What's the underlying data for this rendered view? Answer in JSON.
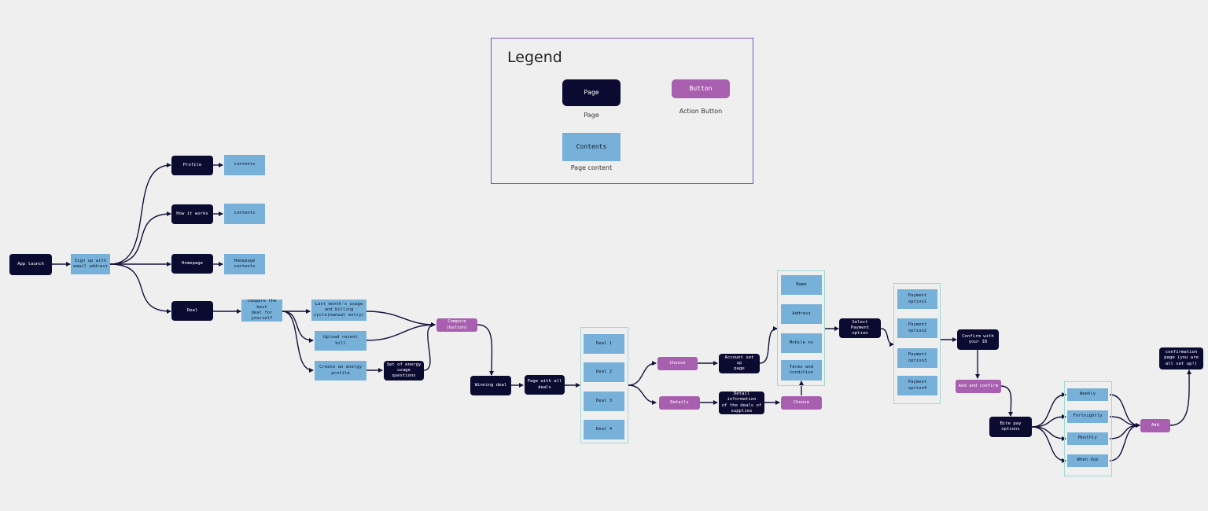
{
  "legend": {
    "title": "Legend",
    "page_swatch": "Page",
    "page_caption": "Page",
    "button_swatch": "Button",
    "button_caption": "Action Button",
    "content_swatch": "Contents",
    "content_caption": "Page content"
  },
  "nodes": {
    "app_launch": "App launch",
    "sign_up": "Sign up with\nemail address",
    "profile": "Profile",
    "profile_contents": "contents",
    "how_it_works": "How it works",
    "how_contents": "contents",
    "homepage": "Homepage",
    "homepage_contents": "Homepage\ncontents",
    "deal": "Deal",
    "compare_best": "compare the best\ndeal for\nyourself",
    "last_month": "Last month's  usage\nand billing\ncycle(manual entry)",
    "upload_bill": "Upload recent bill",
    "energy_profile": "Create an energy\nprofile",
    "energy_questions": "Set of energy\nusage questions",
    "compare_button": "Compare (button)",
    "winning_deal": "Winning deal",
    "all_deals": "Page with all\ndeals",
    "deal1": "Deal 1",
    "deal2": "Deal 2",
    "deal3": "Deal 3",
    "deal4": "Deal 4",
    "choose1": "Choose",
    "details": "Details",
    "account_setup": "Account set up\npage",
    "detail_info": "Detail information\nof the deals of\nsupplies",
    "choose2": "Choose",
    "name": "Name",
    "address": "Address",
    "mobile": "Mobile no",
    "terms": "Terms and\ncondition",
    "select_payment": "Select Payment\noption",
    "pay1": "Payment option1",
    "pay2": "Payment option2",
    "pay3": "Payment option3",
    "pay4": "Payment option4",
    "confirm_id": "Confirm with\nyour ID",
    "add_confirm": "Add and confirm",
    "bite_pay": "Bite pay options",
    "weekly": "Weekly",
    "fortnightly": "Fortnightly",
    "monthly": "Monthly",
    "when_due": "When due",
    "add": "Add",
    "confirmation": "confirmation\npage (you are\nall set up!)"
  },
  "colors": {
    "page": "#0b0a31",
    "content": "#77b1d9",
    "button": "#a95fb0",
    "group_border": "#9fd9d6",
    "legend_border": "#7a4fc9",
    "edge": "#14123a"
  }
}
